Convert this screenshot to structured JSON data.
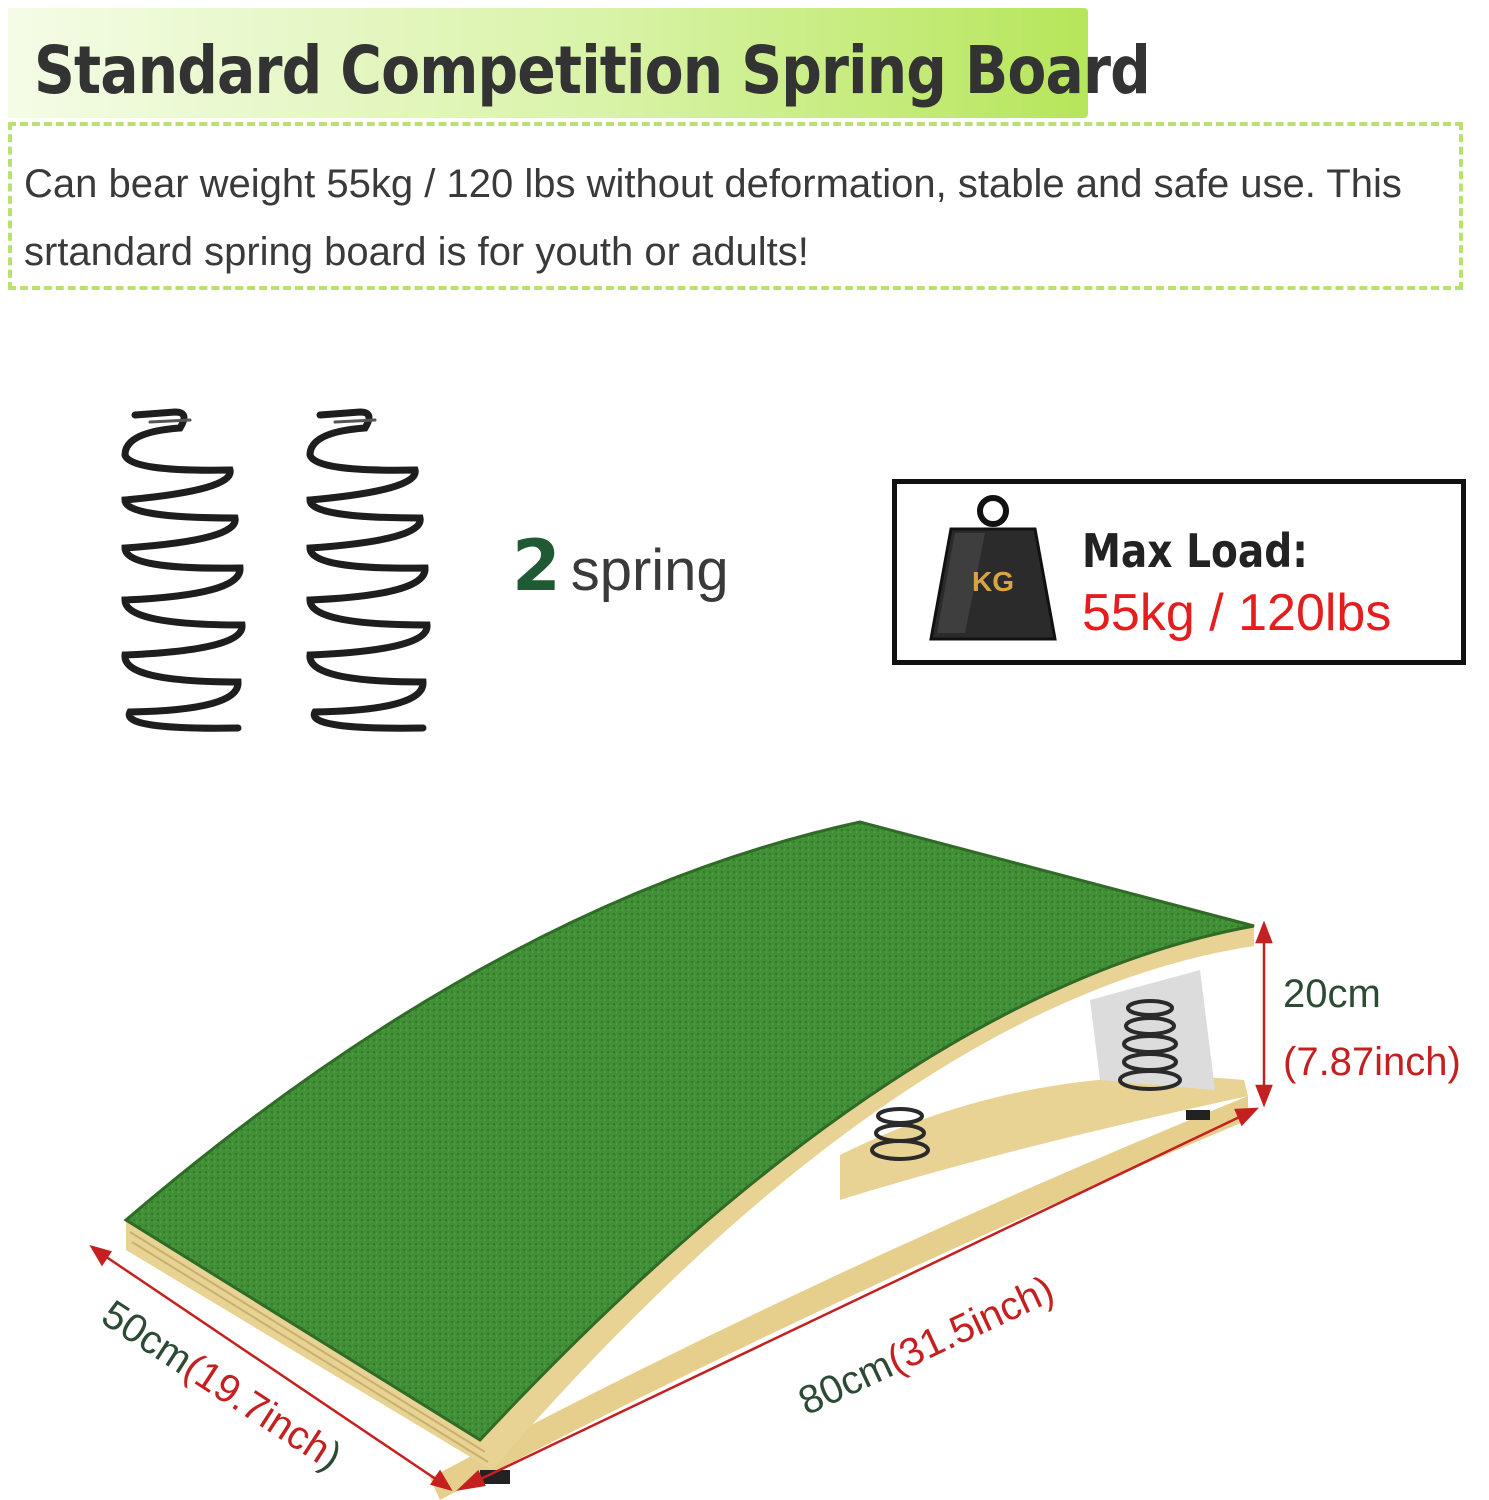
{
  "header": {
    "title": "Standard Competition Spring Board"
  },
  "description": {
    "text": "Can bear weight 55kg / 120 lbs without deformation, stable and safe use. This srtandard spring board is for youth or adults!"
  },
  "springs": {
    "count": "2",
    "word": "spring"
  },
  "max_load": {
    "label": "Max Load:",
    "value": "55kg / 120lbs",
    "weight_badge": "KG"
  },
  "dimensions": {
    "height_cm": "20cm",
    "height_in": "(7.87inch)",
    "length_cm": "80cm",
    "length_in": "(31.5inch)",
    "width_cm": "50cm",
    "width_in": "(19.7inch",
    "width_close": ")"
  },
  "colors": {
    "turf": "#3f8f35",
    "wood": "#e8d394",
    "accent_green": "#b9e070",
    "load_red": "#e41e1e"
  }
}
